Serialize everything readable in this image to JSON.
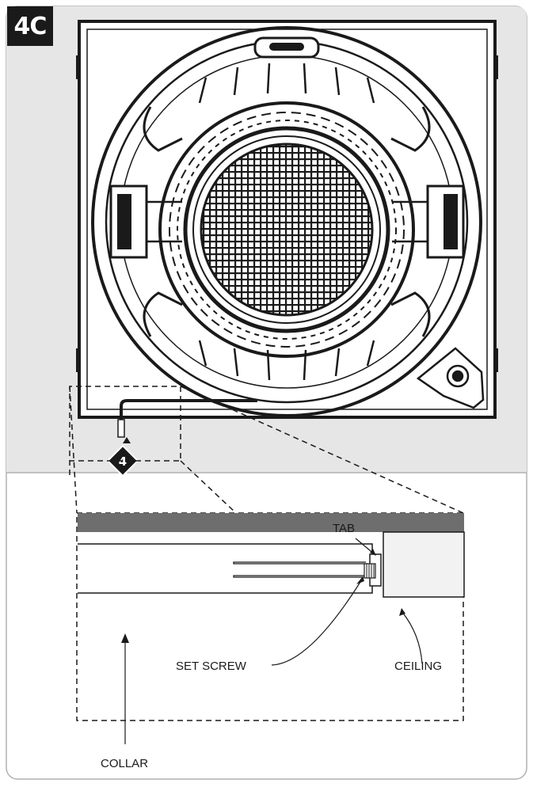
{
  "step": "4C",
  "callouts": {
    "tab": "TAB",
    "set_screw": "SET SCREW",
    "ceiling": "CEILING",
    "collar": "COLLAR",
    "step_marker": "4"
  },
  "colors": {
    "top_panel": "#e6e6e6",
    "ceiling_fill": "#f2f2f2",
    "ceiling_bar": "#6e6e6e",
    "line": "#1a1a1a"
  }
}
